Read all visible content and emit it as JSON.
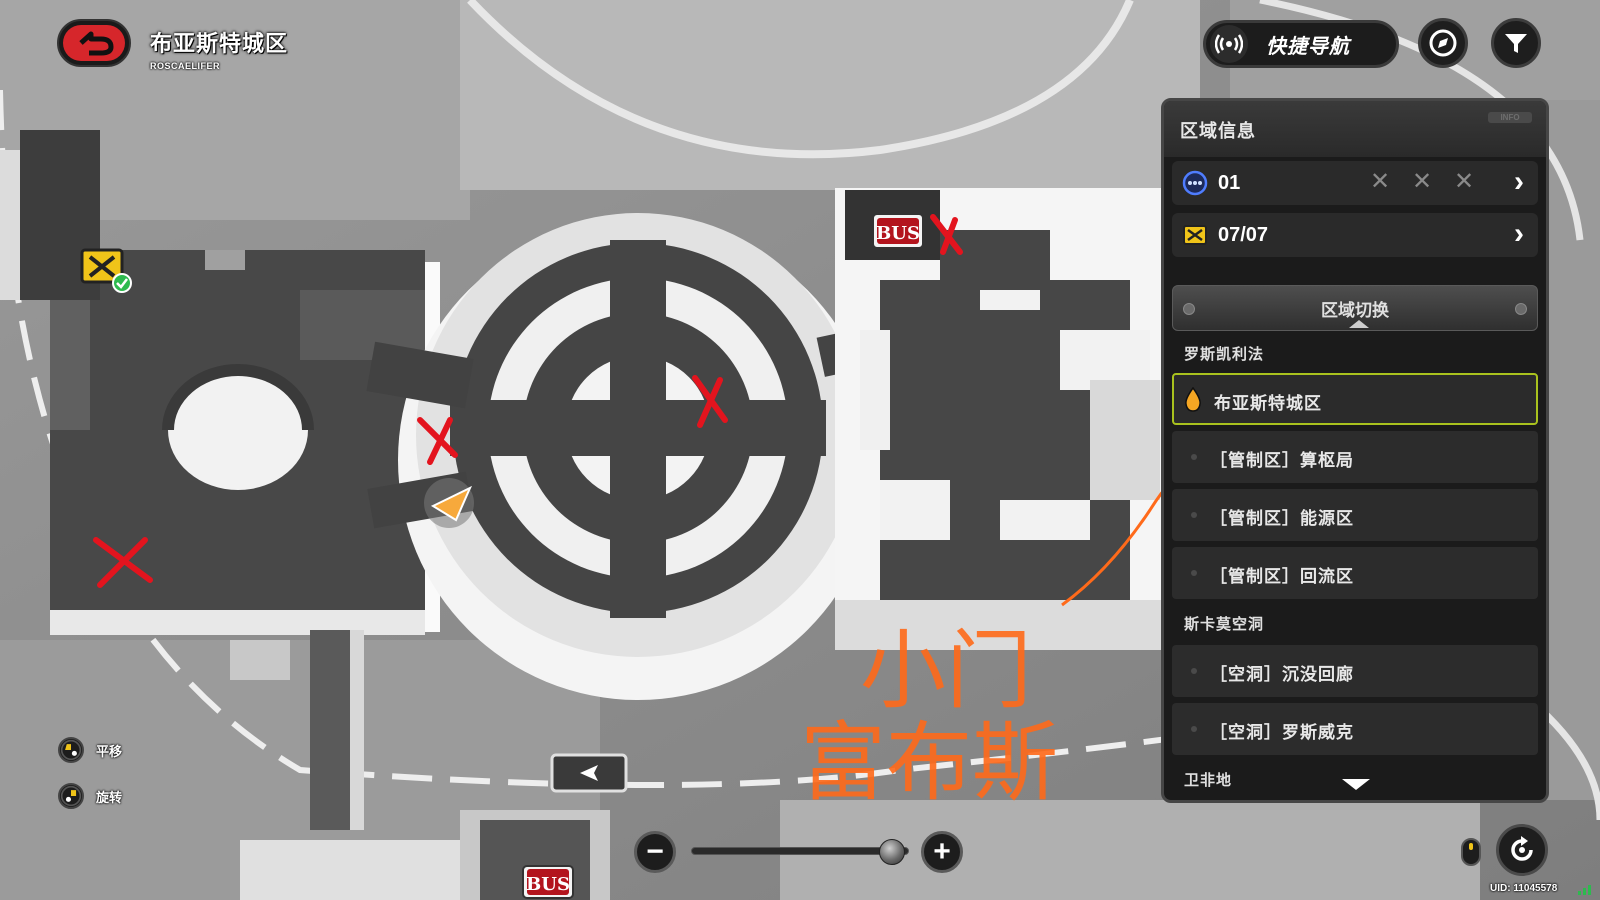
{
  "header": {
    "title": "布亚斯特城区",
    "subtitle": "ROSCAELIFER"
  },
  "toolbar": {
    "quick_nav_label": "快捷导航",
    "quick_nav_icon": "broadcast-icon",
    "compass_icon": "compass-icon",
    "filter_icon": "filter-icon"
  },
  "panel": {
    "title": "区域信息",
    "tag": "INFO",
    "rows": [
      {
        "icon": "dots-circle-icon",
        "value": "01",
        "marks": [
          "✕",
          "✕",
          "✕"
        ]
      },
      {
        "icon": "crate-icon",
        "value": "07/07"
      }
    ],
    "switch_label": "区域切换",
    "groups": [
      {
        "label": "罗斯凯利法",
        "items": [
          {
            "label": "布亚斯特城区",
            "active": true
          },
          {
            "label": "［管制区］算枢局",
            "active": false
          },
          {
            "label": "［管制区］能源区",
            "active": false
          },
          {
            "label": "［管制区］回流区",
            "active": false
          }
        ]
      },
      {
        "label": "斯卡莫空洞",
        "items": [
          {
            "label": "［空洞］沉没回廊",
            "active": false
          },
          {
            "label": "［空洞］罗斯威克",
            "active": false
          }
        ]
      },
      {
        "label": "卫非地",
        "items": []
      }
    ]
  },
  "hints": [
    {
      "icon": "mouse-pan-icon",
      "label": "平移"
    },
    {
      "icon": "mouse-rotate-icon",
      "label": "旋转"
    }
  ],
  "zoom": {
    "minus": "−",
    "plus": "+",
    "level": 0.92
  },
  "map": {
    "bus_label": "BUS",
    "annotation_line1": "小门",
    "annotation_line2": "富布斯"
  },
  "footer": {
    "uid": "UID: 11045578"
  },
  "colors": {
    "accent_active": "#a9c21e",
    "back_button": "#d6262b",
    "red_mark": "#e3141e",
    "orange_annotation": "#ff6a1a"
  }
}
